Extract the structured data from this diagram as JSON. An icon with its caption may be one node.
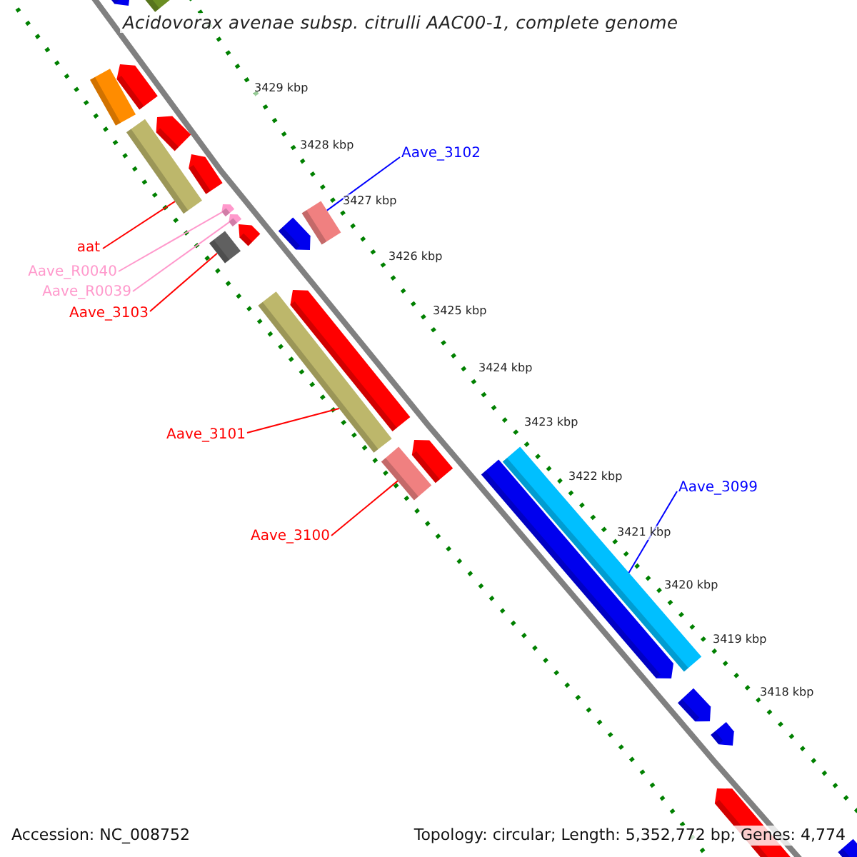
{
  "diagram": {
    "title": "Acidovorax avenae subsp. citrulli AAC00-1, complete genome",
    "nodes": [
      {
        "text": [
          "aat"
        ]
      },
      {
        "text": [
          "Aave_R0040"
        ]
      },
      {
        "text": [
          "Aave_R0039"
        ]
      },
      {
        "text": [
          "Aave_3103"
        ]
      },
      {
        "text": [
          "Aave_3101"
        ]
      },
      {
        "text": [
          "Aave_3100"
        ]
      },
      {
        "text": [
          "Aave_3102"
        ]
      },
      {
        "text": [
          "Aave_3099"
        ]
      },
      {
        "text": [],
        "shape": "bar"
      },
      {
        "text": [],
        "shape": "bar"
      },
      {
        "text": [],
        "shape": "bar"
      },
      {
        "text": [],
        "shape": "bar"
      },
      {
        "text": [],
        "shape": "bar"
      },
      {
        "text": [],
        "shape": "bar"
      },
      {
        "text": [],
        "shape": "bar"
      },
      {
        "text": [],
        "shape": "bar"
      }
    ],
    "edges": [
      {
        "from": 0,
        "to": 8,
        "arrow": "none"
      },
      {
        "from": 1,
        "to": 9,
        "arrow": "none",
        "color": "#ff99cc"
      },
      {
        "from": 2,
        "to": 10,
        "arrow": "none",
        "color": "#ff99cc"
      },
      {
        "from": 3,
        "to": 11,
        "arrow": "none"
      },
      {
        "from": 4,
        "to": 12,
        "arrow": "none"
      },
      {
        "from": 5,
        "to": 13,
        "arrow": "none"
      },
      {
        "from": 6,
        "to": 14,
        "arrow": "none",
        "color": "#0000ff"
      },
      {
        "from": 7,
        "to": 15,
        "arrow": "none",
        "color": "#0000ff"
      }
    ],
    "labels": [
      "3429 kbp",
      "3428 kbp",
      "3427 kbp",
      "3426 kbp",
      "3425 kbp",
      "3424 kbp",
      "3423 kbp",
      "3422 kbp",
      "3421 kbp",
      "3420 kbp",
      "3419 kbp",
      "3418 kbp",
      "Accession: NC_008752",
      "Topology: circular; Length: 5,352,772 bp; Genes: 4,774"
    ]
  }
}
